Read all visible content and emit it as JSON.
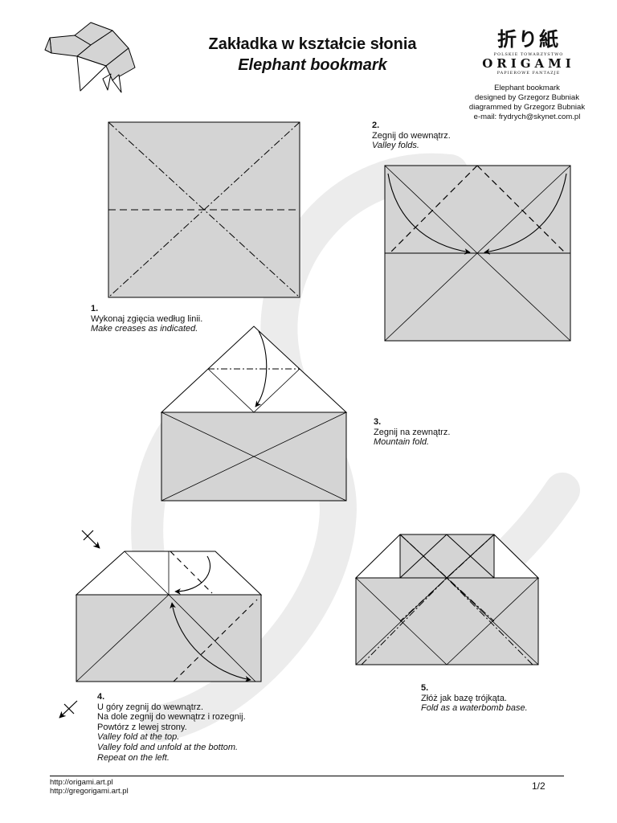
{
  "header": {
    "title_pl": "Zakładka w kształcie słonia",
    "title_en": "Elephant bookmark"
  },
  "logo": {
    "cjk": "折り紙",
    "org_line": "POLSKIE TOWARZYSTWO",
    "name": "ORIGAMI",
    "tagline": "PAPIEROWE FANTAZJE"
  },
  "credits": [
    "Elephant bookmark",
    "designed by Grzegorz Bubniak",
    "diagrammed by Grzegorz Bubniak",
    "e-mail: frydrych@skynet.com.pl"
  ],
  "steps": [
    {
      "number": "1.",
      "pl": [
        "Wykonaj zgięcia według linii."
      ],
      "en": [
        "Make creases as indicated."
      ]
    },
    {
      "number": "2.",
      "pl": [
        "Zegnij do wewnątrz."
      ],
      "en": [
        "Valley folds."
      ]
    },
    {
      "number": "3.",
      "pl": [
        "Zegnij na zewnątrz."
      ],
      "en": [
        "Mountain fold."
      ]
    },
    {
      "number": "4.",
      "pl": [
        "U góry zegnij do wewnątrz.",
        "Na dole zegnij do wewnątrz i rozegnij.",
        "Powtórz z lewej strony."
      ],
      "en": [
        "Valley fold at the top.",
        "Valley fold and unfold at the bottom.",
        "Repeat on the left."
      ]
    },
    {
      "number": "5.",
      "pl": [
        "Złóż jak bazę trójkąta."
      ],
      "en": [
        "Fold as a waterbomb base."
      ]
    }
  ],
  "footer": {
    "urls": [
      "http://origami.art.pl",
      "http://gregorigami.art.pl"
    ],
    "page": "1/2"
  },
  "colors": {
    "paper_fill": "#d4d4d4",
    "background_mark": "#ececec",
    "line": "#000000"
  },
  "icons": [
    "elephant-model-icon",
    "pleat-symbol-icon",
    "arrow-icon"
  ]
}
